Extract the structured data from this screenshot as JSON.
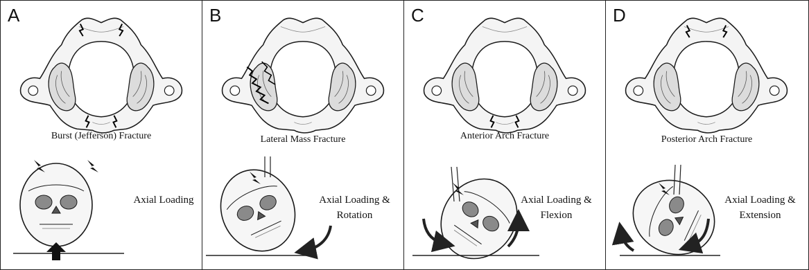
{
  "panels": [
    {
      "letter": "A",
      "caption": "Burst (Jefferson) Fracture",
      "mechanism": [
        "Axial Loading"
      ]
    },
    {
      "letter": "B",
      "caption": "Lateral Mass Fracture",
      "mechanism": [
        "Axial Loading &",
        "Rotation"
      ]
    },
    {
      "letter": "C",
      "caption": "Anterior Arch Fracture",
      "mechanism": [
        "Axial Loading &",
        "Flexion"
      ]
    },
    {
      "letter": "D",
      "caption": "Posterior Arch Fracture",
      "mechanism": [
        "Axial Loading &",
        "Extension"
      ]
    }
  ],
  "colors": {
    "ink": "#1a1a1a",
    "bone_fill": "#f4f4f4",
    "shade": "#bdbdbd"
  }
}
